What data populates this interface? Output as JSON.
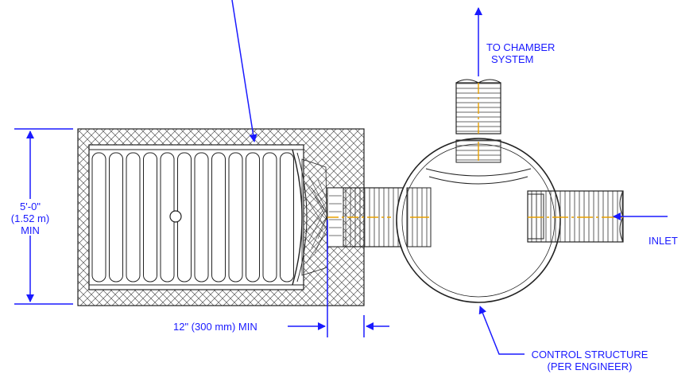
{
  "labels": {
    "to_chamber_line1": "TO CHAMBER",
    "to_chamber_line2": "SYSTEM",
    "height_line1": "5'-0\"",
    "height_line2": "(1.52 m)",
    "height_line3": "MIN",
    "inlet": "INLET",
    "spacing": "12\" (300 mm) MIN",
    "control_line1": "CONTROL STRUCTURE",
    "control_line2": "(PER ENGINEER)"
  },
  "colors": {
    "annotation": "#1a1aff",
    "linework": "#222222",
    "centerline": "#e8a000",
    "hatch": "#555555"
  }
}
